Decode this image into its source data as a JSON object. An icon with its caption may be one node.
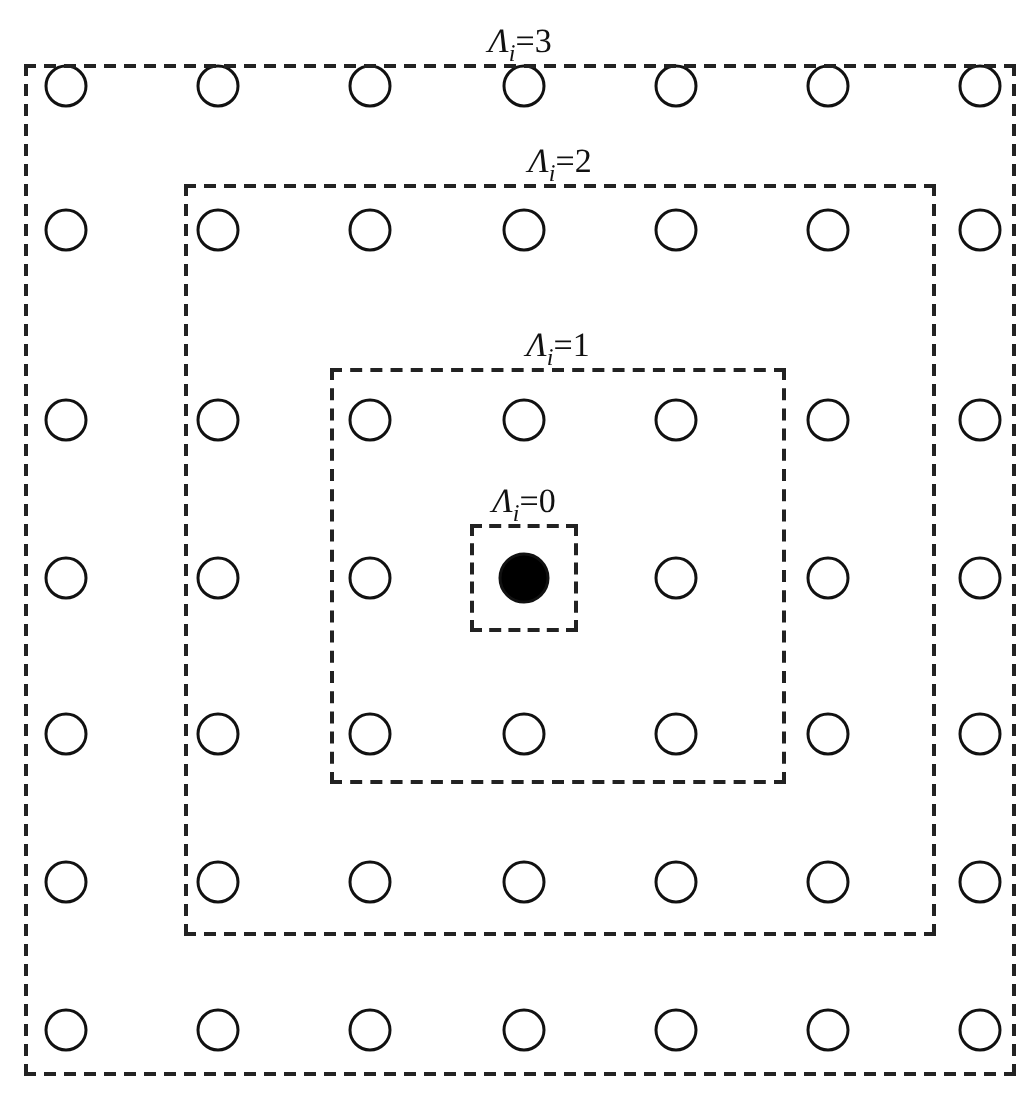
{
  "diagram": {
    "nodes": [
      {
        "text": [
          "*Λ*$_{i}$=3"
        ]
      },
      {
        "text": [
          "*Λ*$_{i}$=2"
        ],
        "in": 0
      },
      {
        "text": [
          "*Λ*$_{i}$=1"
        ],
        "in": 1
      },
      {
        "text": [
          "*Λ*$_{i}$=0"
        ],
        "in": 2
      }
    ]
  }
}
